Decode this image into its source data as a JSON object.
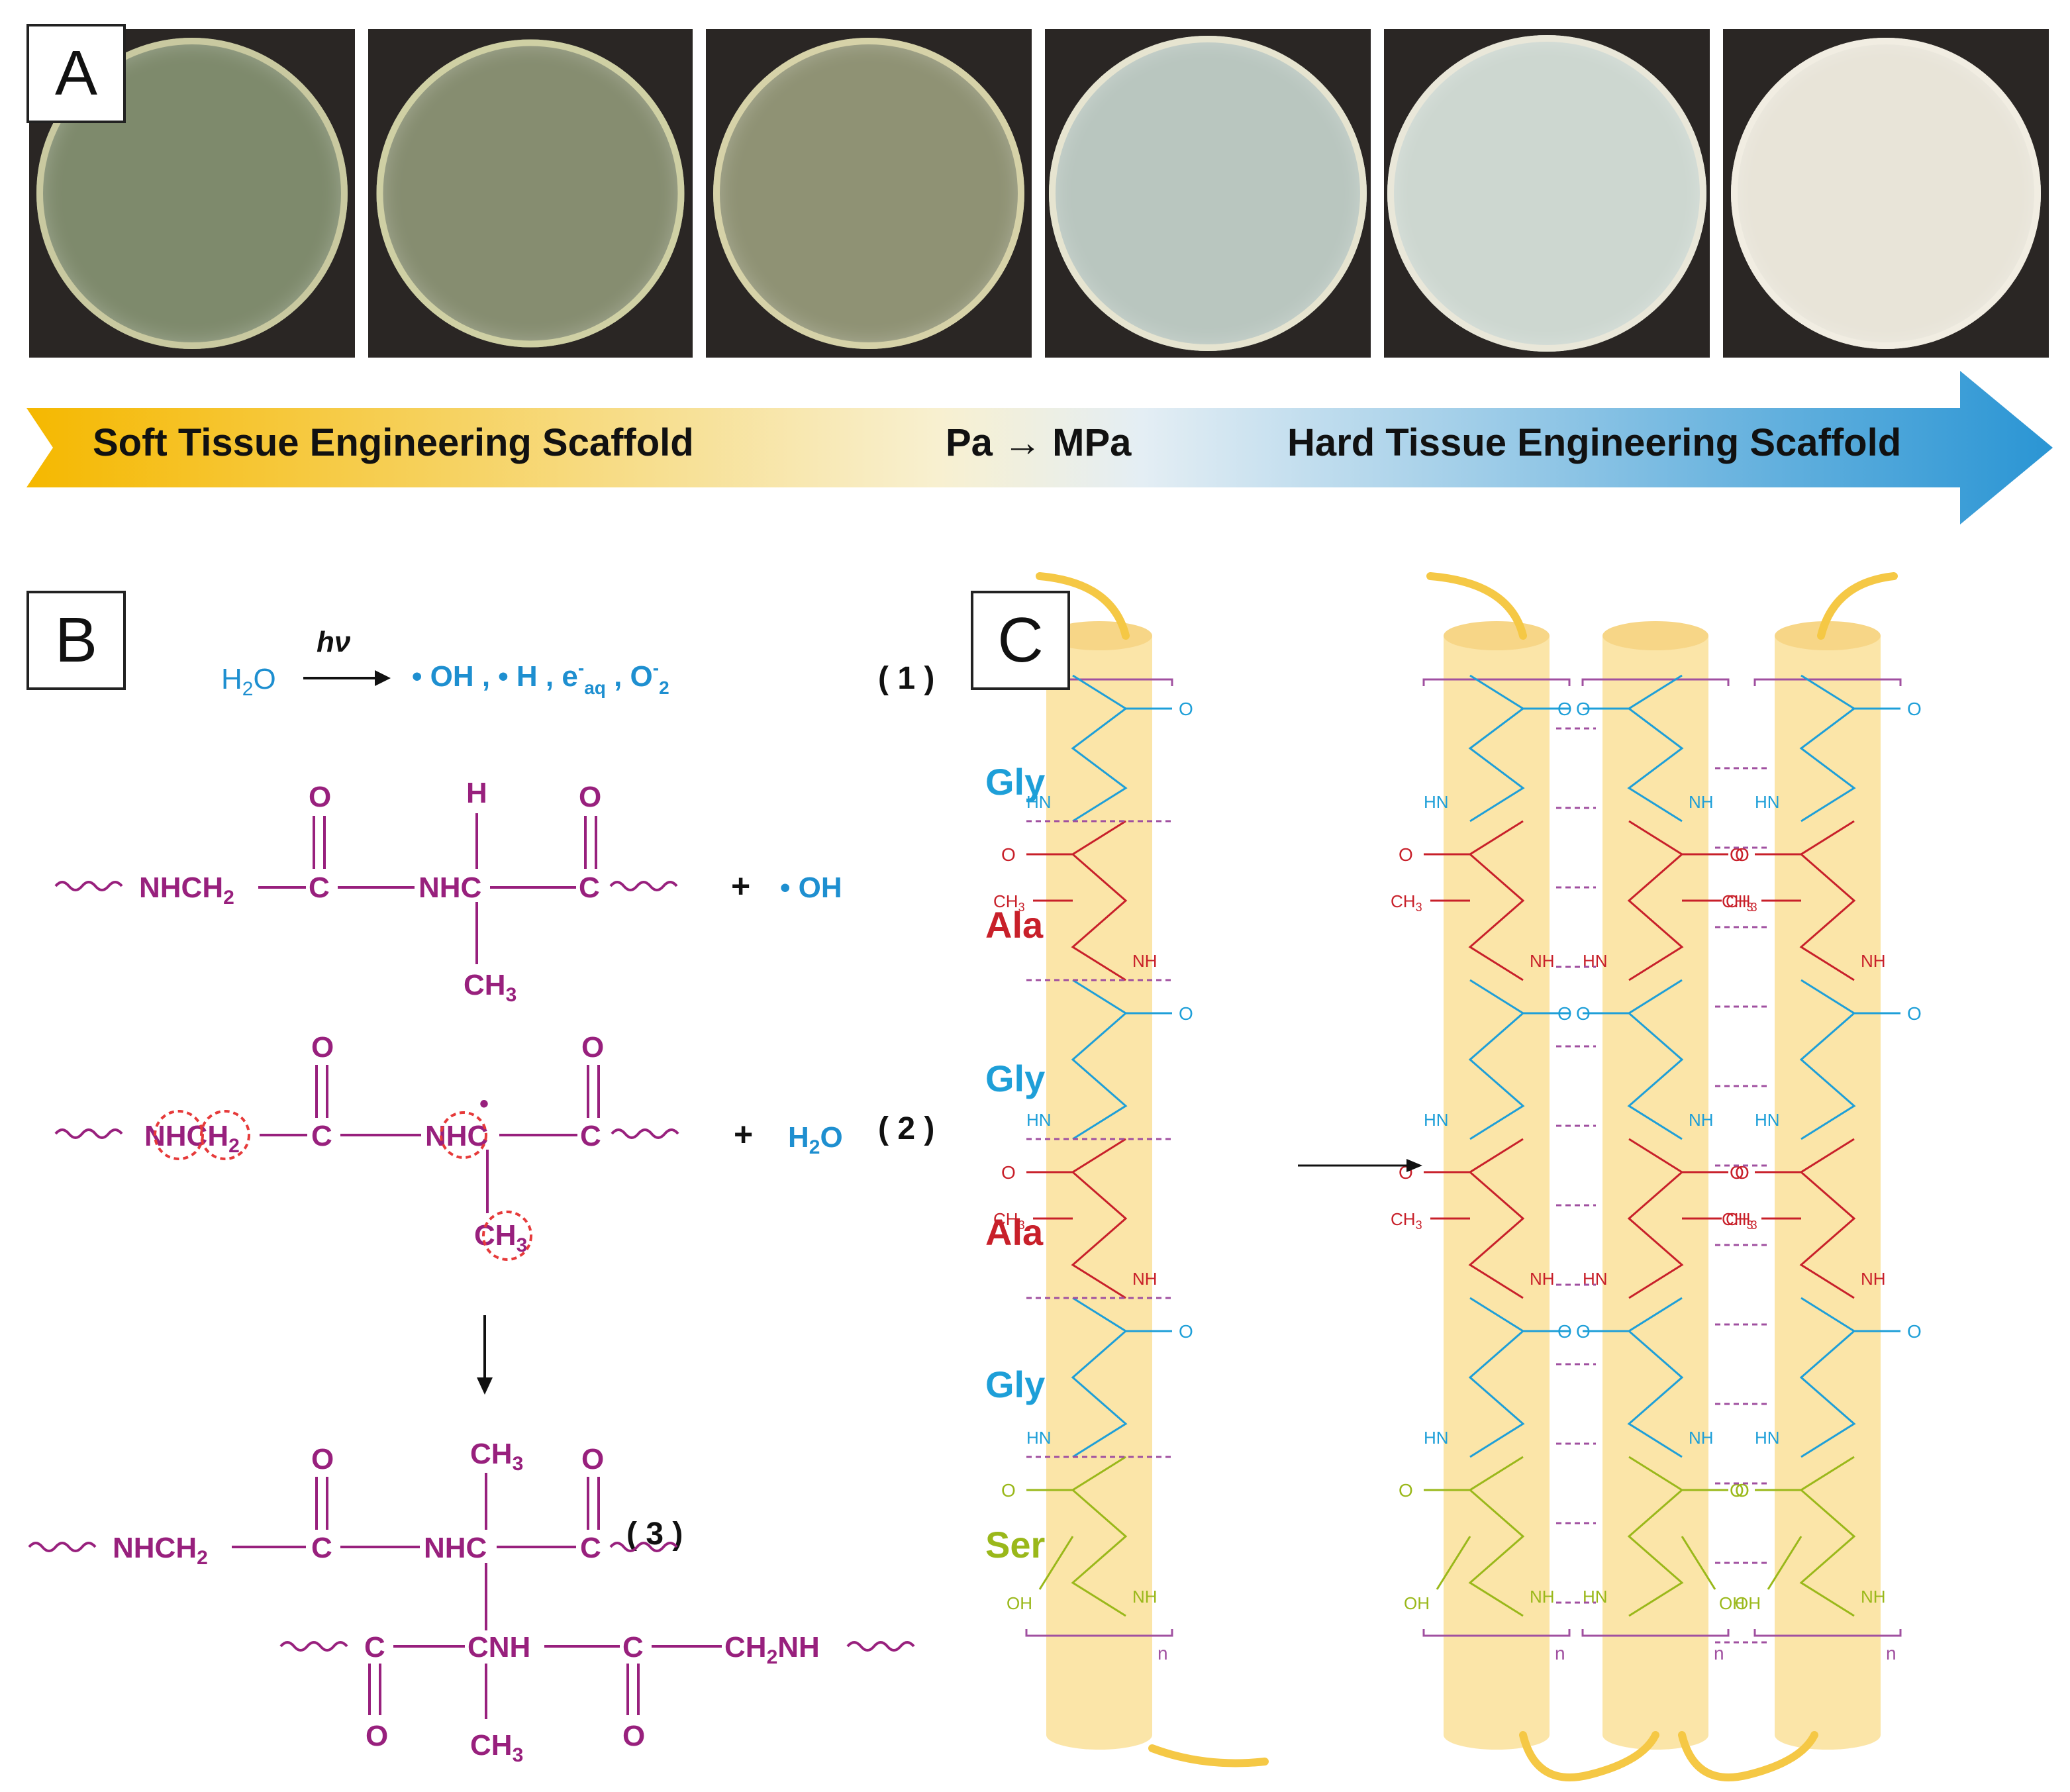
{
  "panel_labels": {
    "a": "A",
    "b": "B",
    "c": "C"
  },
  "panel_a": {
    "photos": [
      {
        "disc": "#7e8a6c",
        "rim": "#c9c9a0"
      },
      {
        "disc": "#868d70",
        "rim": "#cfd0a4"
      },
      {
        "disc": "#8f9274",
        "rim": "#d6d2a8"
      },
      {
        "disc": "#b9c6bf",
        "rim": "#e6e4d0"
      },
      {
        "disc": "#cdd7d0",
        "rim": "#e9e7d9"
      },
      {
        "disc": "#e8e4d8",
        "rim": "#f1ede2"
      }
    ],
    "arrow": {
      "left_text": "Soft Tissue Engineering Scaffold",
      "middle_text": "Pa → MPa",
      "right_text": "Hard Tissue Engineering Scaffold",
      "color_start": "#f5b800",
      "color_mid": "#f8f0d0",
      "color_end": "#2a95d4"
    }
  },
  "panel_b": {
    "colors": {
      "molecule": "#98207d",
      "water": "#1e8fd0",
      "mark": "#e63a3a",
      "black": "#111111"
    },
    "eq1": {
      "reactant": "H",
      "reactant_sub": "2",
      "reactant_tail": "O",
      "condition": "hν",
      "products": "• OH , • H , e",
      "e_sup": "-",
      "e_sub": "aq",
      "o2": " , O",
      "o2_sup": "-",
      "o2_sub": "2",
      "number": "( 1 )"
    },
    "chain1": {
      "main": "NHCH",
      "main_sub": "2",
      "c_left": "C",
      "nhc": "NHC",
      "c_right": "C",
      "o_left": "O",
      "o_right": "O",
      "h_top": "H",
      "ch3": "CH",
      "ch3_sub": "3",
      "plus": "+",
      "radical": "• OH"
    },
    "chain2": {
      "main": "NHCH",
      "main_sub": "2",
      "c_left": "C",
      "nhc": "NHC",
      "radical_dot": "•",
      "c_right": "C",
      "o_left": "O",
      "o_right": "O",
      "ch3": "CH",
      "ch3_sub": "3",
      "plus": "+",
      "water": "H",
      "water_sub": "2",
      "water_tail": "O",
      "number": "( 2 )"
    },
    "chain3": {
      "main": "NHCH",
      "main_sub": "2",
      "c_left": "C",
      "nhc": "NHC",
      "c_right": "C",
      "o_left": "O",
      "o_right": "O",
      "ch3_top": "CH",
      "ch3_top_sub": "3",
      "number": "( 3 )",
      "c_lower_left": "C",
      "cnh": "CNH",
      "c_lower_right": "C",
      "ch2nh": "CH",
      "ch2nh_sub": "2",
      "ch2nh_tail": "NH",
      "o_lower_left": "O",
      "o_lower_right": "O",
      "ch3_bottom": "CH",
      "ch3_bottom_sub": "3"
    }
  },
  "panel_c": {
    "colors": {
      "gly": "#1e9fd8",
      "ala": "#c8202a",
      "ser": "#9ab81a",
      "cylinder": "#fbe5a8",
      "cap": "#f7d687",
      "strand": "#f5c845",
      "bracket": "#a050a0"
    },
    "residues": [
      "Gly",
      "Ala",
      "Gly",
      "Ala",
      "Gly",
      "Ser"
    ],
    "atoms": {
      "o": "O",
      "nh": "NH",
      "hn": "HN",
      "ch3": "CH",
      "ch3_sub": "3",
      "oh": "OH",
      "n": "n"
    }
  }
}
